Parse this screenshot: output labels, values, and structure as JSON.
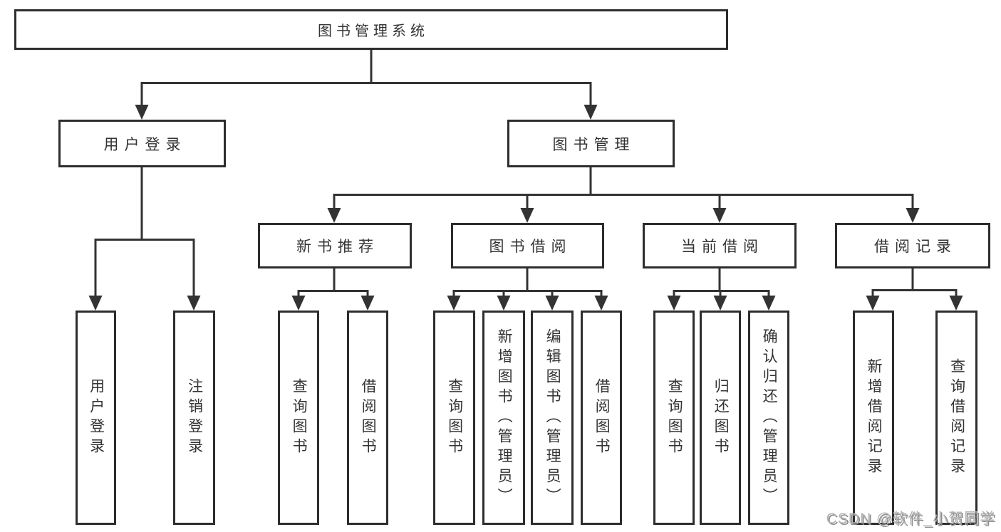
{
  "diagram": {
    "tree": {
      "root": {
        "label": "图书管理系统",
        "children": [
          {
            "label": "用户登录",
            "children": [
              {
                "label": "用户登录"
              },
              {
                "label": "注销登录"
              }
            ]
          },
          {
            "label": "图书管理",
            "children": [
              {
                "label": "新书推荐",
                "children": [
                  {
                    "label": "查询图书"
                  },
                  {
                    "label": "借阅图书"
                  }
                ]
              },
              {
                "label": "图书借阅",
                "children": [
                  {
                    "label": "查询图书"
                  },
                  {
                    "label": "新增图书（管理员）"
                  },
                  {
                    "label": "编辑图书（管理员）"
                  },
                  {
                    "label": "借阅图书"
                  }
                ]
              },
              {
                "label": "当前借阅",
                "children": [
                  {
                    "label": "查询图书"
                  },
                  {
                    "label": "归还图书"
                  },
                  {
                    "label": "确认归还（管理员）"
                  }
                ]
              },
              {
                "label": "借阅记录",
                "children": [
                  {
                    "label": "新增借阅记录"
                  },
                  {
                    "label": "查询借阅记录"
                  }
                ]
              }
            ]
          }
        ]
      }
    },
    "watermark": "CSDN @软件_小贺同学",
    "colors": {
      "line": "#333333",
      "box_border": "#2d2d2d",
      "text": "#333333",
      "watermark": "#b3b3b3",
      "background": "#ffffff"
    }
  }
}
